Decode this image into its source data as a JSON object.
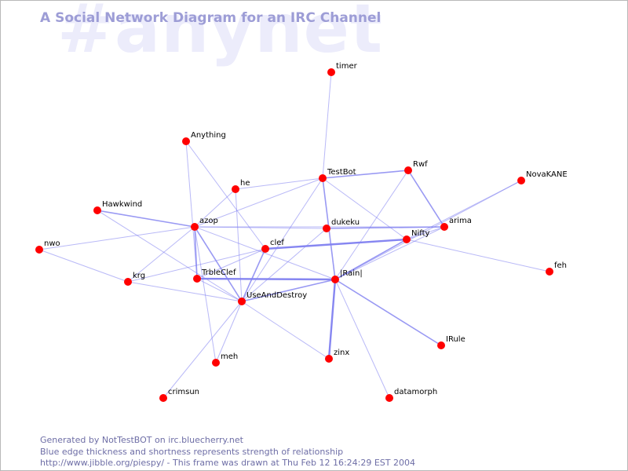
{
  "watermark": "#anynet",
  "title": "A Social Network Diagram for an IRC Channel",
  "footer": {
    "line1": "Generated by NotTestBOT on irc.bluecherry.net",
    "line2": "Blue edge thickness and shortness represents strength of relationship",
    "line3": "http://www.jibble.org/piespy/ - This frame was drawn at Thu Feb 12 16:24:29 EST 2004"
  },
  "colors": {
    "node": "#ff0000",
    "edge": "#8080f0",
    "title": "#9d9dd6",
    "footer": "#6e6ea6",
    "watermark": "#ececfb"
  },
  "nodes": [
    {
      "id": "timer",
      "label": "timer"
    },
    {
      "id": "anything",
      "label": "Anything"
    },
    {
      "id": "testbot",
      "label": "TestBot"
    },
    {
      "id": "rwf",
      "label": "Rwf"
    },
    {
      "id": "novakane",
      "label": "NovaKANE"
    },
    {
      "id": "he",
      "label": "he"
    },
    {
      "id": "hawkwind",
      "label": "Hawkwind"
    },
    {
      "id": "azop",
      "label": "azop"
    },
    {
      "id": "dukeku",
      "label": "dukeku"
    },
    {
      "id": "arima",
      "label": "arima"
    },
    {
      "id": "nifty",
      "label": "Nifty"
    },
    {
      "id": "nwo",
      "label": "nwo"
    },
    {
      "id": "clef",
      "label": "clef"
    },
    {
      "id": "feh",
      "label": "feh"
    },
    {
      "id": "krg",
      "label": "krg"
    },
    {
      "id": "trbleclef",
      "label": "TrbleClef"
    },
    {
      "id": "rain",
      "label": "|Rain|"
    },
    {
      "id": "useanddestroy",
      "label": "UseAndDestroy"
    },
    {
      "id": "irule",
      "label": "IRule"
    },
    {
      "id": "zinx",
      "label": "zinx"
    },
    {
      "id": "meh",
      "label": "meh"
    },
    {
      "id": "crimsun",
      "label": "crimsun"
    },
    {
      "id": "datamorph",
      "label": "datamorph"
    }
  ],
  "edges": [
    {
      "from": "timer",
      "to": "testbot",
      "strength": 1
    },
    {
      "from": "testbot",
      "to": "rwf",
      "strength": 2
    },
    {
      "from": "testbot",
      "to": "he",
      "strength": 1
    },
    {
      "from": "testbot",
      "to": "azop",
      "strength": 1
    },
    {
      "from": "testbot",
      "to": "rain",
      "strength": 2
    },
    {
      "from": "testbot",
      "to": "nifty",
      "strength": 1
    },
    {
      "from": "testbot",
      "to": "useanddestroy",
      "strength": 1
    },
    {
      "from": "rwf",
      "to": "arima",
      "strength": 2
    },
    {
      "from": "rwf",
      "to": "rain",
      "strength": 1
    },
    {
      "from": "novakane",
      "to": "rain",
      "strength": 1
    },
    {
      "from": "novakane",
      "to": "nifty",
      "strength": 1
    },
    {
      "from": "anything",
      "to": "trbleclef",
      "strength": 1
    },
    {
      "from": "anything",
      "to": "clef",
      "strength": 1
    },
    {
      "from": "he",
      "to": "azop",
      "strength": 1
    },
    {
      "from": "he",
      "to": "useanddestroy",
      "strength": 1
    },
    {
      "from": "hawkwind",
      "to": "azop",
      "strength": 2
    },
    {
      "from": "hawkwind",
      "to": "useanddestroy",
      "strength": 1
    },
    {
      "from": "azop",
      "to": "nwo",
      "strength": 1
    },
    {
      "from": "azop",
      "to": "krg",
      "strength": 1
    },
    {
      "from": "azop",
      "to": "trbleclef",
      "strength": 2
    },
    {
      "from": "azop",
      "to": "useanddestroy",
      "strength": 2
    },
    {
      "from": "azop",
      "to": "dukeku",
      "strength": 1
    },
    {
      "from": "azop",
      "to": "rain",
      "strength": 1
    },
    {
      "from": "azop",
      "to": "arima",
      "strength": 1
    },
    {
      "from": "azop",
      "to": "meh",
      "strength": 1
    },
    {
      "from": "dukeku",
      "to": "arima",
      "strength": 2
    },
    {
      "from": "dukeku",
      "to": "useanddestroy",
      "strength": 1
    },
    {
      "from": "clef",
      "to": "nifty",
      "strength": 3
    },
    {
      "from": "clef",
      "to": "useanddestroy",
      "strength": 2
    },
    {
      "from": "clef",
      "to": "krg",
      "strength": 1
    },
    {
      "from": "clef",
      "to": "trbleclef",
      "strength": 1
    },
    {
      "from": "nifty",
      "to": "arima",
      "strength": 1
    },
    {
      "from": "nifty",
      "to": "feh",
      "strength": 1
    },
    {
      "from": "nifty",
      "to": "rain",
      "strength": 2
    },
    {
      "from": "arima",
      "to": "rain",
      "strength": 1
    },
    {
      "from": "nwo",
      "to": "krg",
      "strength": 1
    },
    {
      "from": "krg",
      "to": "useanddestroy",
      "strength": 1
    },
    {
      "from": "trbleclef",
      "to": "rain",
      "strength": 3
    },
    {
      "from": "trbleclef",
      "to": "useanddestroy",
      "strength": 1
    },
    {
      "from": "useanddestroy",
      "to": "rain",
      "strength": 2
    },
    {
      "from": "useanddestroy",
      "to": "zinx",
      "strength": 1
    },
    {
      "from": "useanddestroy",
      "to": "meh",
      "strength": 1
    },
    {
      "from": "useanddestroy",
      "to": "crimsun",
      "strength": 1
    },
    {
      "from": "rain",
      "to": "zinx",
      "strength": 3
    },
    {
      "from": "rain",
      "to": "irule",
      "strength": 2
    },
    {
      "from": "rain",
      "to": "datamorph",
      "strength": 1
    }
  ]
}
